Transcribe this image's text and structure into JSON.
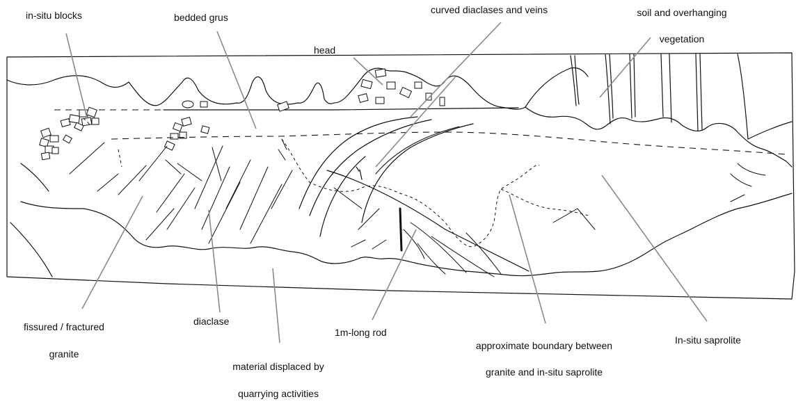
{
  "labels": {
    "in_situ_blocks": "in-situ blocks",
    "bedded_grus": "bedded grus",
    "head": "head",
    "curved_diaclases": "curved diaclases and veins",
    "soil_line1": "soil and overhanging",
    "soil_line2": "vegetation",
    "fissured_line1": "fissured / fractured",
    "fissured_line2": "granite",
    "diaclase": "diaclase",
    "rod": "1m-long rod",
    "boundary_line1": "approximate boundary between",
    "boundary_line2": "granite and in-situ saprolite",
    "saprolite": "In-situ saprolite",
    "displaced_line1": "material displaced by",
    "displaced_line2": "quarrying activities"
  },
  "colors": {
    "ink": "#111111",
    "leader": "#8a8a8a",
    "background": "#ffffff"
  }
}
